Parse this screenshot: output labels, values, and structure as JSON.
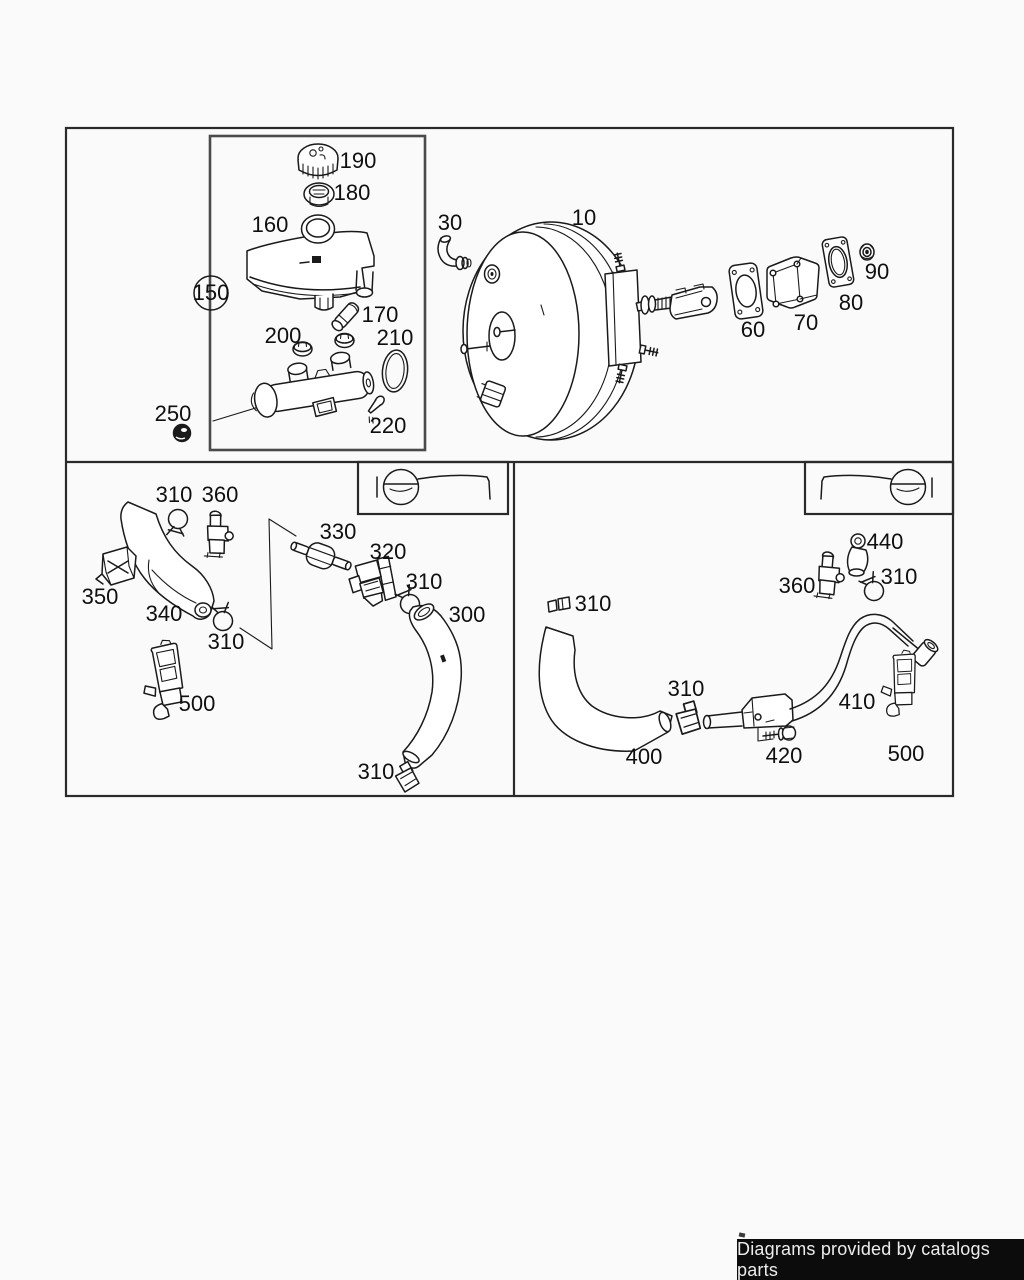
{
  "page": {
    "background": "#fafafa",
    "banner": {
      "text": "Diagrams provided by catalogs parts",
      "background": "#0c0c0c",
      "color": "#ececec"
    }
  },
  "diagram": {
    "line_color": "#1a1a1a",
    "labels": {
      "p10": "10",
      "p30": "30",
      "p60": "60",
      "p70": "70",
      "p80": "80",
      "p90": "90",
      "p150": "150",
      "p160": "160",
      "p170": "170",
      "p180": "180",
      "p190": "190",
      "p200": "200",
      "p210": "210",
      "p220": "220",
      "p250": "250",
      "p300": "300",
      "p310": "310",
      "p320": "320",
      "p330": "330",
      "p340": "340",
      "p350": "350",
      "p360": "360",
      "p400": "400",
      "p410": "410",
      "p420": "420",
      "p440": "440",
      "p500": "500"
    }
  }
}
